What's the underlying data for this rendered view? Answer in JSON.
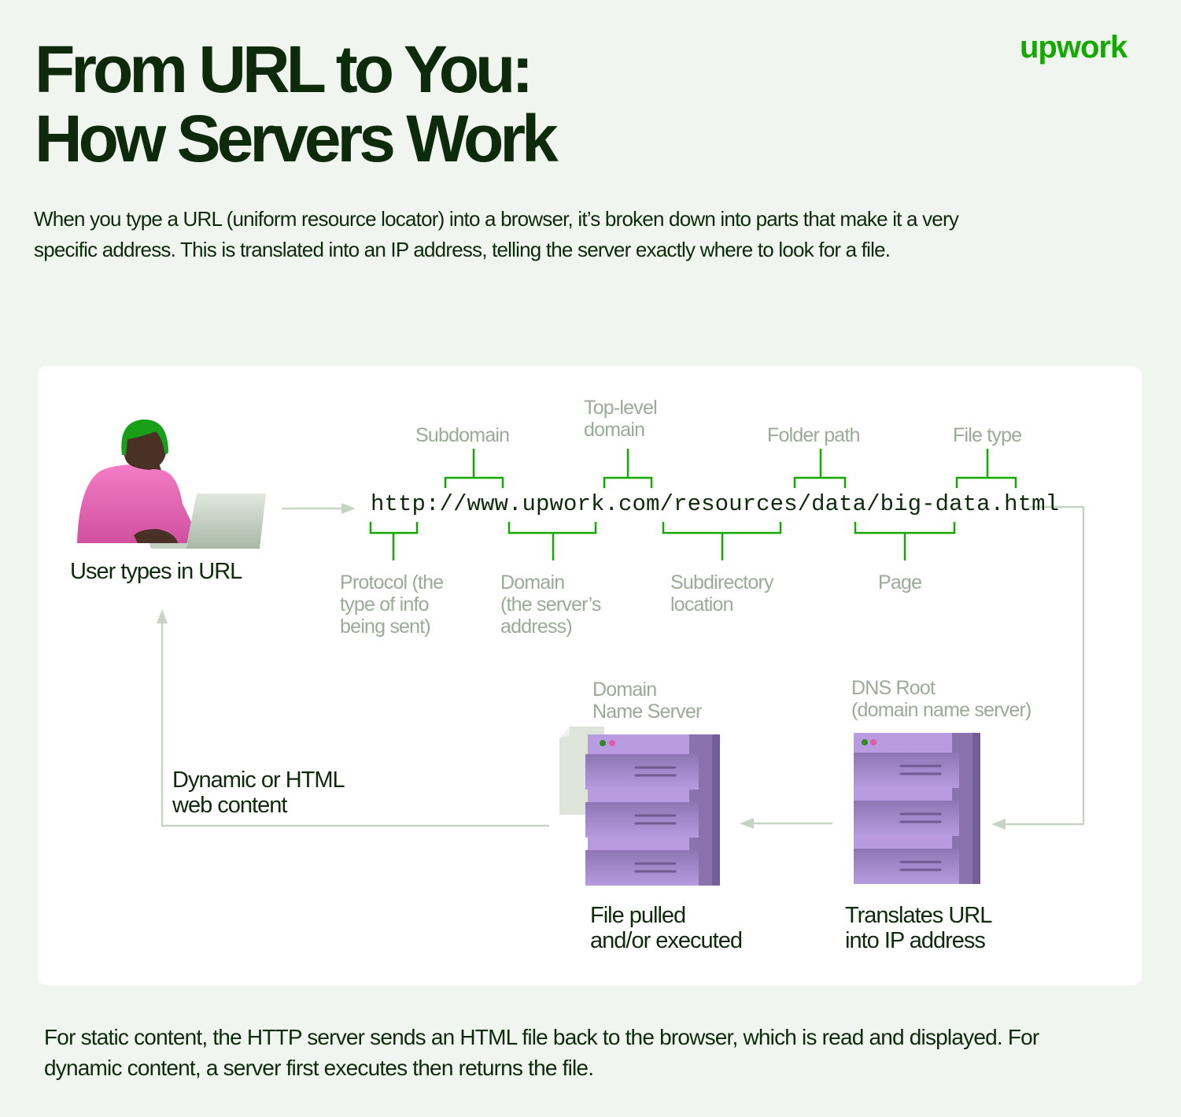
{
  "header": {
    "title_line1": "From URL to You:",
    "title_line2": "How Servers Work",
    "logo": "upwork"
  },
  "intro": "When you type a URL (uniform resource locator) into a browser, it’s broken down into parts that make it a very specific address. This is translated into an IP address, telling the server exactly where to look for a file.",
  "diagram": {
    "user_label": "User types in URL",
    "url": "http://www.upwork.com/resources/data/big-data.html",
    "top_labels": {
      "subdomain": "Subdomain",
      "tld_line1": "Top-level",
      "tld_line2": "domain",
      "folder_path": "Folder path",
      "file_type": "File type"
    },
    "bottom_labels": {
      "protocol_line1": "Protocol (the",
      "protocol_line2": "type of info",
      "protocol_line3": "being sent)",
      "domain_line1": "Domain",
      "domain_line2": "(the server’s",
      "domain_line3": "address)",
      "subdir_line1": "Subdirectory",
      "subdir_line2": "location",
      "page": "Page"
    },
    "dns_server": {
      "name_line1": "Domain",
      "name_line2": "Name Server",
      "caption_line1": "File pulled",
      "caption_line2": "and/or executed"
    },
    "dns_root": {
      "name_line1": "DNS Root",
      "name_line2": "(domain name server)",
      "caption_line1": "Translates URL",
      "caption_line2": "into IP address"
    },
    "return_label_line1": "Dynamic or HTML",
    "return_label_line2": "web content"
  },
  "footer": "For static content, the HTTP server sends an HTML file back to the browser, which is read and displayed. For dynamic content, a server first executes then returns the file.",
  "colors": {
    "background": "#f1f5f0",
    "dark_text": "#0d2a0a",
    "brand_green": "#14a800",
    "label_grey": "#9aab97",
    "connector": "#c7d4c5",
    "server_purple": "#b89be0",
    "shirt_pink": "#f06ec0"
  }
}
